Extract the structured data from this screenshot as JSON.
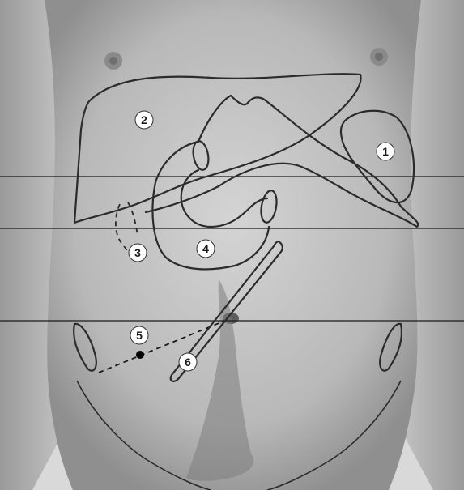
{
  "figure": {
    "colors": {
      "background": "#d9d9d9",
      "skin_light": "#c9c9c9",
      "skin_dark": "#8a8a8a",
      "outline": "#2b2b2b",
      "marker_fill": "#ffffff"
    },
    "structure_labels": [
      "1",
      "2",
      "3",
      "4",
      "5",
      "6"
    ]
  }
}
